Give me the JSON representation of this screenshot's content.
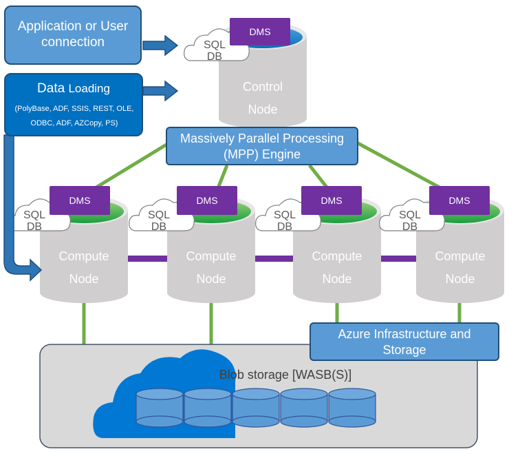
{
  "inputs": {
    "app_connection": "Application or User connection",
    "data_loading_title_a": "Data",
    "data_loading_title_b": "Loading",
    "data_loading_sub": "(PolyBase, ADF, SSIS, REST, OLE, ODBC, ADF, AZCopy, PS)"
  },
  "control_node": {
    "label_line1": "Control",
    "label_line2": "Node",
    "dms": "DMS",
    "sql_line1": "SQL",
    "sql_line2": "DB"
  },
  "mpp_engine": "Massively Parallel Processing (MPP) Engine",
  "compute_nodes": [
    {
      "label_line1": "Compute",
      "label_line2": "Node",
      "dms": "DMS",
      "sql_line1": "SQL",
      "sql_line2": "DB"
    },
    {
      "label_line1": "Compute",
      "label_line2": "Node",
      "dms": "DMS",
      "sql_line1": "SQL",
      "sql_line2": "DB"
    },
    {
      "label_line1": "Compute",
      "label_line2": "Node",
      "dms": "DMS",
      "sql_line1": "SQL",
      "sql_line2": "DB"
    },
    {
      "label_line1": "Compute",
      "label_line2": "Node",
      "dms": "DMS",
      "sql_line1": "SQL",
      "sql_line2": "DB"
    }
  ],
  "azure_infra": "Azure Infrastructure and Storage",
  "blob_storage": "Blob storage [WASB(S)]",
  "colors": {
    "blue_box": "#5b9bd5",
    "dark_blue_box": "#0070c0",
    "purple": "#7030a0",
    "green": "#70ad47",
    "grey": "#d0cece",
    "cloud_blue": "#0078d4"
  }
}
